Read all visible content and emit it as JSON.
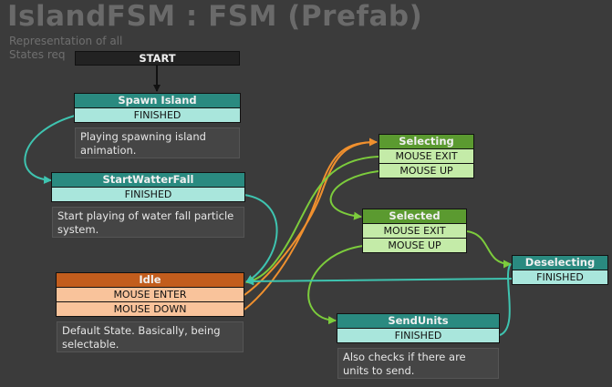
{
  "header": {
    "title": "IslandFSM : FSM (Prefab)",
    "description": "Representation of all States req"
  },
  "start": {
    "label": "START"
  },
  "states": {
    "spawn_island": {
      "name": "Spawn Island",
      "events": [
        "FINISHED"
      ],
      "description": "Playing spawning island animation."
    },
    "start_watterfall": {
      "name": "StartWatterFall",
      "events": [
        "FINISHED"
      ],
      "description": "Start playing of water fall particle system."
    },
    "idle": {
      "name": "Idle",
      "events": [
        "MOUSE ENTER",
        "MOUSE DOWN"
      ],
      "description": "Default State. Basically, being selectable."
    },
    "selecting": {
      "name": "Selecting",
      "events": [
        "MOUSE EXIT",
        "MOUSE UP"
      ]
    },
    "selected": {
      "name": "Selected",
      "events": [
        "MOUSE EXIT",
        "MOUSE UP"
      ]
    },
    "deselecting": {
      "name": "Deselecting",
      "events": [
        "FINISHED"
      ]
    },
    "send_units": {
      "name": "SendUnits",
      "events": [
        "FINISHED"
      ],
      "description": "Also checks if there are units to send."
    }
  },
  "colors": {
    "background": "#3b3b3b",
    "teal_header": "#2a8a80",
    "teal_event": "#a9e6dc",
    "green_header": "#5b9a30",
    "green_event": "#c4eba8",
    "orange_header": "#c25d1d",
    "orange_event": "#f9c39b",
    "teal_link": "#3ec4b0",
    "green_link": "#7ccc3c",
    "orange_link": "#f0902e"
  }
}
